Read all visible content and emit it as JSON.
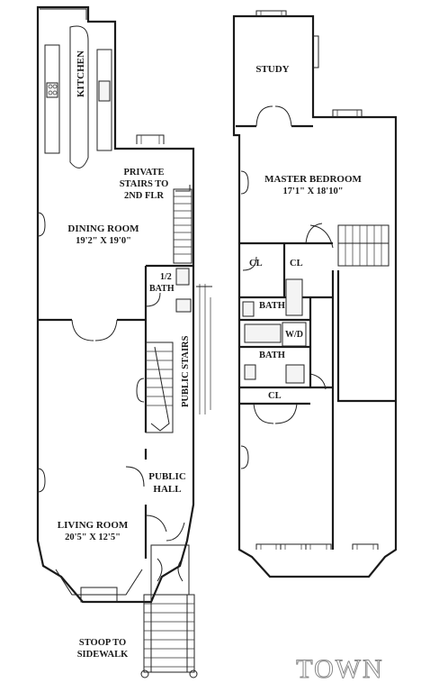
{
  "lower_floor": {
    "kitchen": "KITCHEN",
    "private_stairs_line1": "PRIVATE",
    "private_stairs_line2": "STAIRS TO",
    "private_stairs_line3": "2ND FLR",
    "dining_room": "DINING ROOM",
    "dining_dims": "19'2\" X 19'0\"",
    "half_bath_line1": "1/2",
    "half_bath_line2": "BATH",
    "public_stairs": "PUBLIC STAIRS",
    "public_hall_line1": "PUBLIC",
    "public_hall_line2": "HALL",
    "living_room": "LIVING ROOM",
    "living_dims": "20'5\" X 12'5\"",
    "stoop_line1": "STOOP TO",
    "stoop_line2": "SIDEWALK"
  },
  "upper_floor": {
    "study": "STUDY",
    "master_bedroom": "MASTER BEDROOM",
    "master_dims": "17'1\" X 18'10\"",
    "closet_left": "CL",
    "closet_right": "CL",
    "bath_upper": "BATH",
    "washer_dryer": "W/D",
    "bath_lower": "BATH",
    "closet_bottom": "CL"
  },
  "watermark": "TOWN"
}
